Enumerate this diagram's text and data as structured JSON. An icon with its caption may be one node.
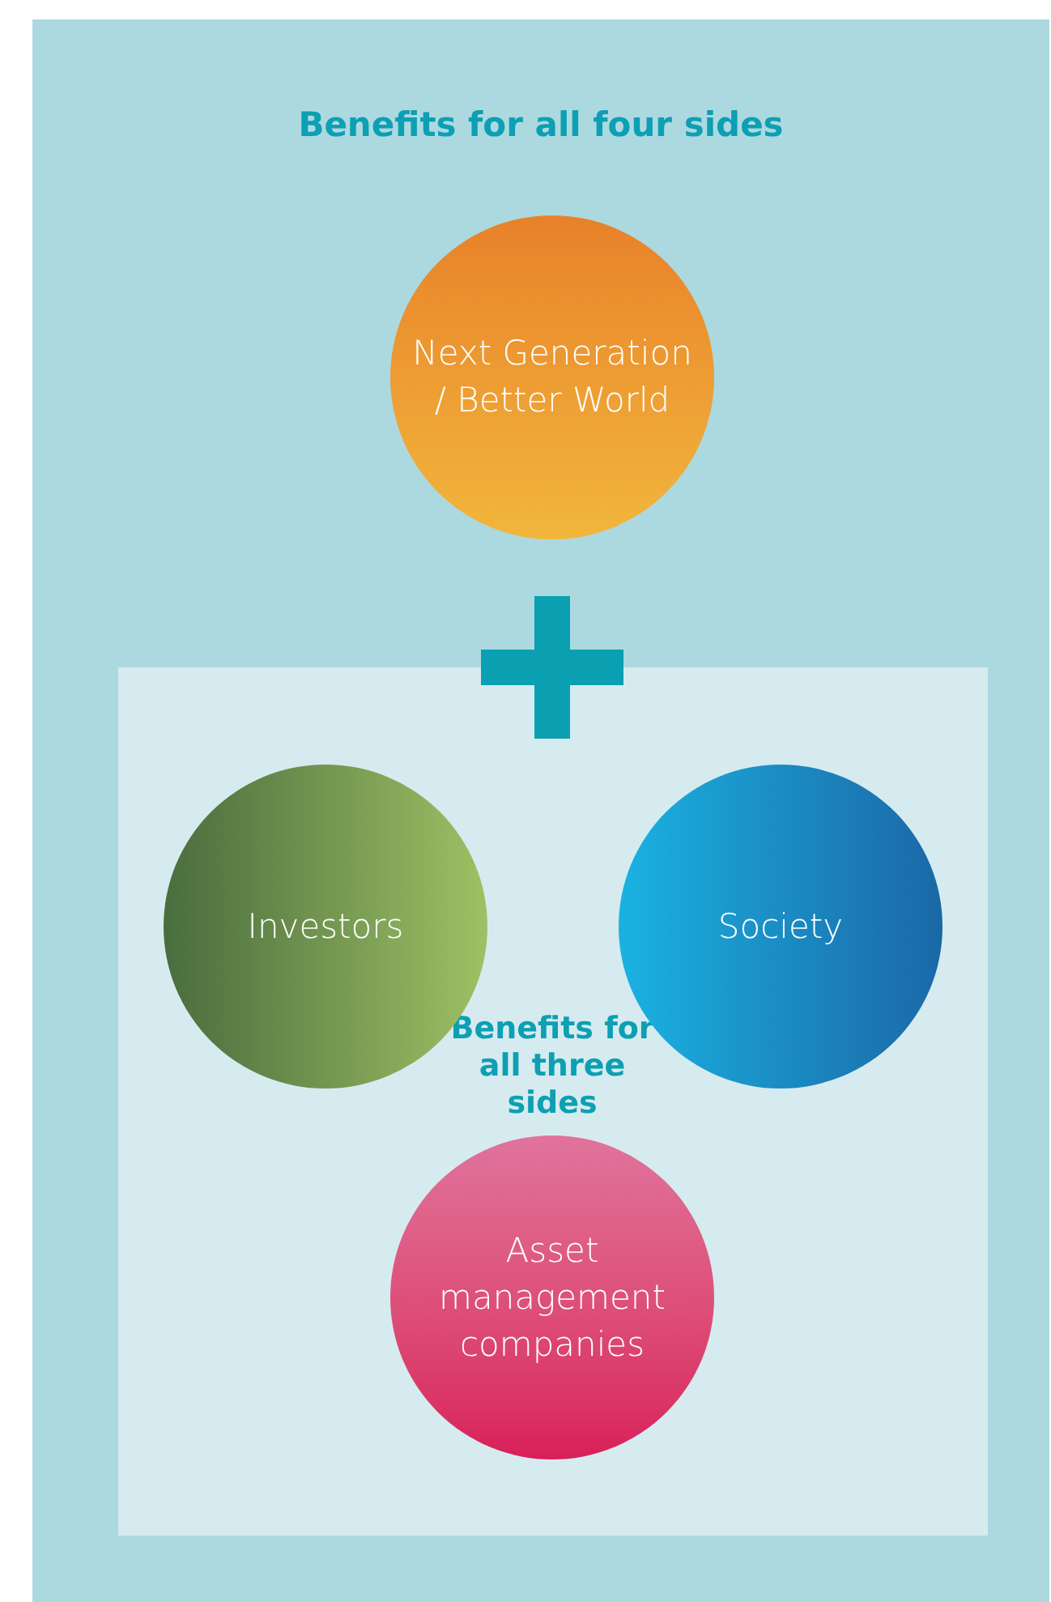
{
  "diagram": {
    "nodes": [
      {
        "text": [
          "Benefits for all four sides"
        ]
      },
      {
        "text": [
          "Next Generation / Better World"
        ],
        "in": 0
      },
      {
        "text": [
          "Benefits for all three sides"
        ],
        "in": 0
      },
      {
        "text": [
          "Investors"
        ],
        "in": 2
      },
      {
        "text": [
          "Society"
        ],
        "in": 2
      },
      {
        "text": [
          "Asset management companies"
        ],
        "in": 2
      }
    ]
  }
}
